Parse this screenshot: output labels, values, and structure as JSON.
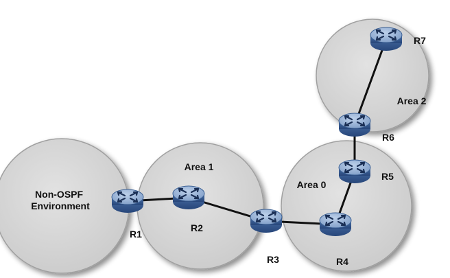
{
  "areas": {
    "non_ospf": "Non-OSPF\nEnvironment",
    "area1": "Area 1",
    "area0": "Area 0",
    "area2": "Area 2"
  },
  "routers": {
    "r1": "R1",
    "r2": "R2",
    "r3": "R3",
    "r4": "R4",
    "r5": "R5",
    "r6": "R6",
    "r7": "R7"
  },
  "links": [
    [
      "r1",
      "r2"
    ],
    [
      "r2",
      "r3"
    ],
    [
      "r3",
      "r4"
    ],
    [
      "r4",
      "r5"
    ],
    [
      "r5",
      "r6"
    ],
    [
      "r6",
      "r7"
    ]
  ],
  "colors": {
    "area_fill": "#d6d6d6",
    "area_stroke": "#9a9a9a",
    "router_top": "#8ea9cf",
    "router_side": "#3a5f93",
    "router_arrows": "#1a2f55"
  }
}
